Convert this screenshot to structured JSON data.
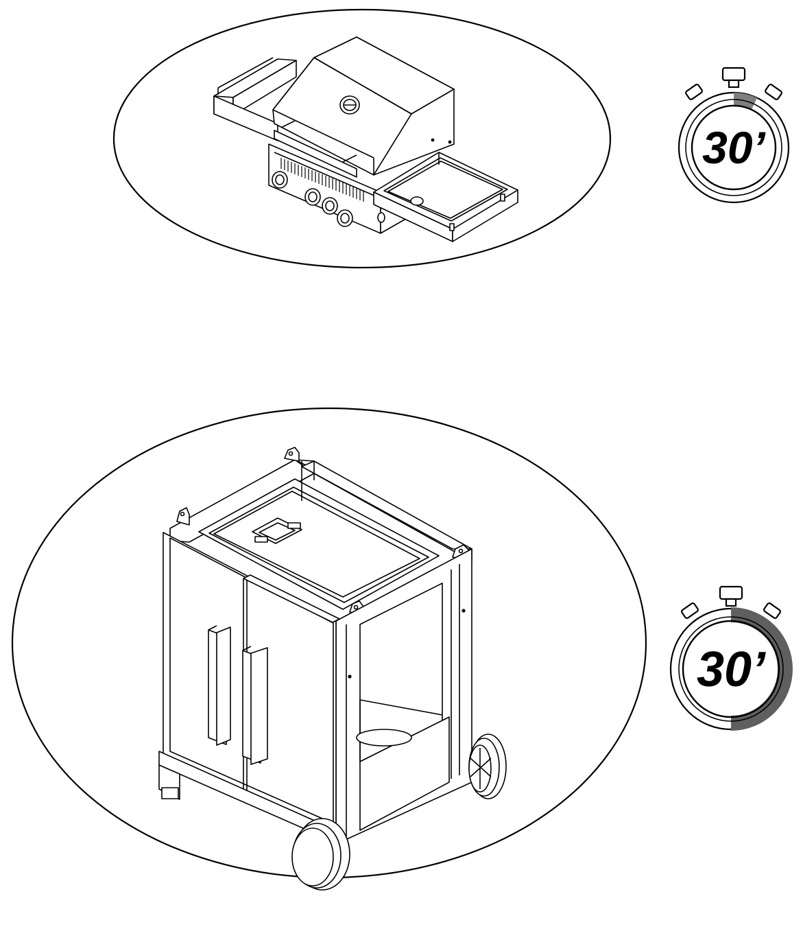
{
  "steps": [
    {
      "name": "grill-head",
      "timer": {
        "label": "30’",
        "progress": 0.07,
        "fill_color": "#7f7f7f"
      }
    },
    {
      "name": "grill-cart",
      "timer": {
        "label": "30’",
        "progress": 0.5,
        "fill_color": "#5f5f5f"
      }
    }
  ],
  "colors": {
    "line": "#000000",
    "background": "#ffffff",
    "timer_track": "#ffffff"
  }
}
